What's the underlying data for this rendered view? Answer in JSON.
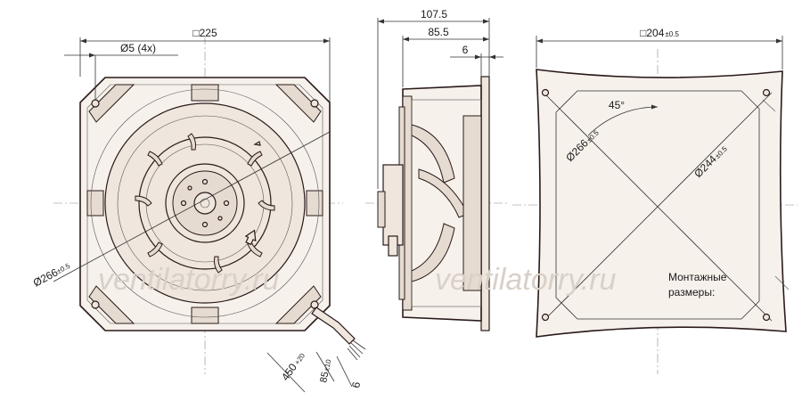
{
  "front_view": {
    "square_size": "□225",
    "hole_spec": "Ø5 (4x)",
    "diameter": "Ø266",
    "diameter_tol": "±0.5",
    "cable_length": "450",
    "cable_length_tol": "+20",
    "strip_length": "85",
    "strip_length_tol": "±10",
    "wire_end": "6"
  },
  "side_view": {
    "total_depth": "107.5",
    "body_depth": "85.5",
    "flange_thickness": "6"
  },
  "mounting_view": {
    "square_size": "□204",
    "square_size_tol": "±0.5",
    "angle": "45°",
    "diameter_outer": "Ø266",
    "diameter_outer_tol": "±0.5",
    "diameter_inner": "Ø244",
    "diameter_inner_tol": "±0.5",
    "caption_line1": "Монтажные",
    "caption_line2": "размеры:"
  },
  "watermark": {
    "text_left": "ventilatorry.ru",
    "text_right": "ventilatorry.ru"
  },
  "colors": {
    "line": "#2a1a1a",
    "fill": "#f7f1ec",
    "watermark": "#d9d0c8"
  }
}
